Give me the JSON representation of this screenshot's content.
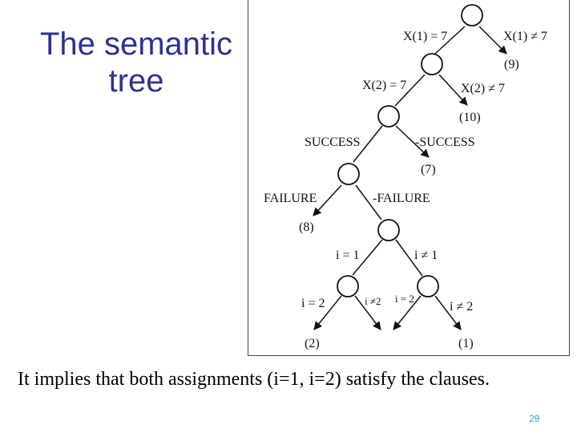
{
  "slide": {
    "title_line1": "The semantic",
    "title_line2": "tree",
    "caption": "It implies that both assignments (i=1, i=2) satisfy the clauses.",
    "page_number": "29"
  },
  "tree": {
    "labels": {
      "x1_eq": "X(1) = 7",
      "x1_neq": "X(1) ≠ 7",
      "leaf9": "(9)",
      "x2_eq": "X(2) = 7",
      "x2_neq": "X(2) ≠ 7",
      "leaf10": "(10)",
      "success": "SUCCESS",
      "not_success": "-SUCCESS",
      "leaf7": "(7)",
      "failure": "FAILURE",
      "not_failure": "-FAILURE",
      "leaf8": "(8)",
      "i_eq_1": "i = 1",
      "i_neq_1": "i ≠ 1",
      "i_eq_2_left": "i = 2",
      "i_neq_2_left": "i ≠2",
      "i_eq_2_right": "i = 2",
      "i_neq_2_right": "i ≠ 2",
      "leaf2": "(2)",
      "leaf1": "(1)"
    }
  }
}
